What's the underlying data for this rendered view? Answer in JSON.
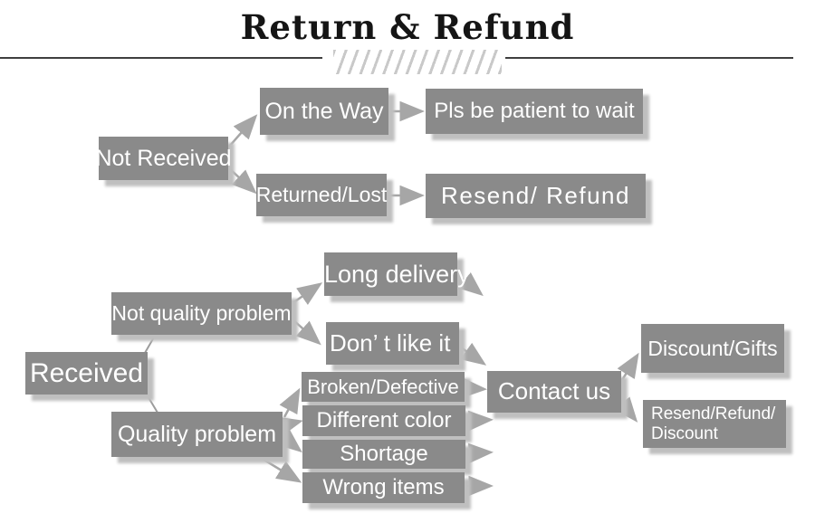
{
  "title": "Return & Refund",
  "nodes": {
    "not_received": "Not Received",
    "on_the_way": "On the Way",
    "pls_wait": "Pls be patient to wait",
    "returned_lost": "Returned/Lost",
    "resend_refund": "Resend/ Refund",
    "received": "Received",
    "not_quality_problem": "Not quality problem",
    "long_delivery": "Long delivery",
    "dont_like_it": "Don’ t like it",
    "quality_problem": "Quality problem",
    "broken_defective": "Broken/Defective",
    "different_color": "Different color",
    "shortage": "Shortage",
    "wrong_items": "Wrong items",
    "contact_us": "Contact us",
    "discount_gifts": "Discount/Gifts",
    "resend_refund_discount_line1": "Resend/Refund/",
    "resend_refund_discount_line2": "Discount"
  },
  "colors": {
    "background": "#ffffff",
    "box_fill": "#8a8a8a",
    "box_text": "#ffffff",
    "box_shadow": "#bfbfbf",
    "arrow": "#a6a6a6",
    "title_text": "#151515",
    "title_rule": "#3f3f3f",
    "hatch": "#c9c9c9"
  }
}
